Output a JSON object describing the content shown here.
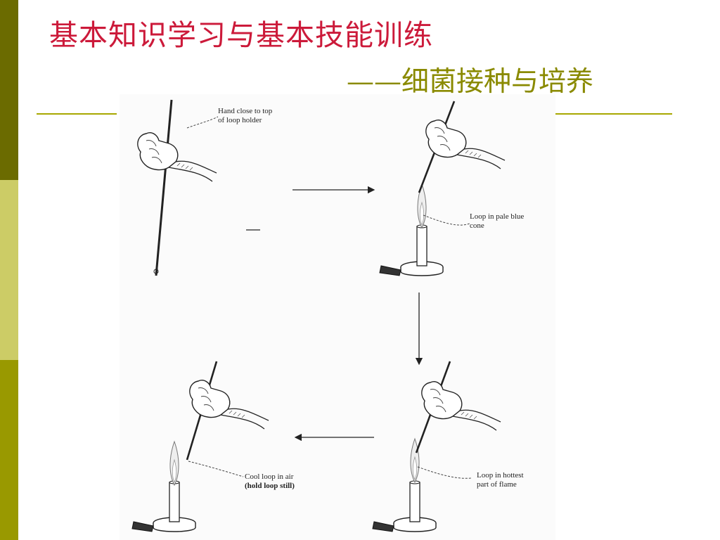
{
  "slide": {
    "title": "基本知识学习与基本技能训练",
    "subtitle": "——细菌接种与培养"
  },
  "figure": {
    "labels": {
      "hand_close_line1": "Hand close to top",
      "hand_close_line2": "of loop holder",
      "pale_blue_line1": "Loop in pale blue",
      "pale_blue_line2": "cone",
      "cool_line1": "Cool loop in air",
      "cool_line2": "(hold loop still)",
      "hottest_line1": "Loop in hottest",
      "hottest_line2": "part of flame"
    }
  },
  "colors": {
    "title": "#cc1a3a",
    "subtitle": "#8a8a00",
    "sidebar_dark": "#6b6b00",
    "sidebar_light": "#cccc66",
    "sidebar_mid": "#999900",
    "rule": "#a8a800"
  }
}
